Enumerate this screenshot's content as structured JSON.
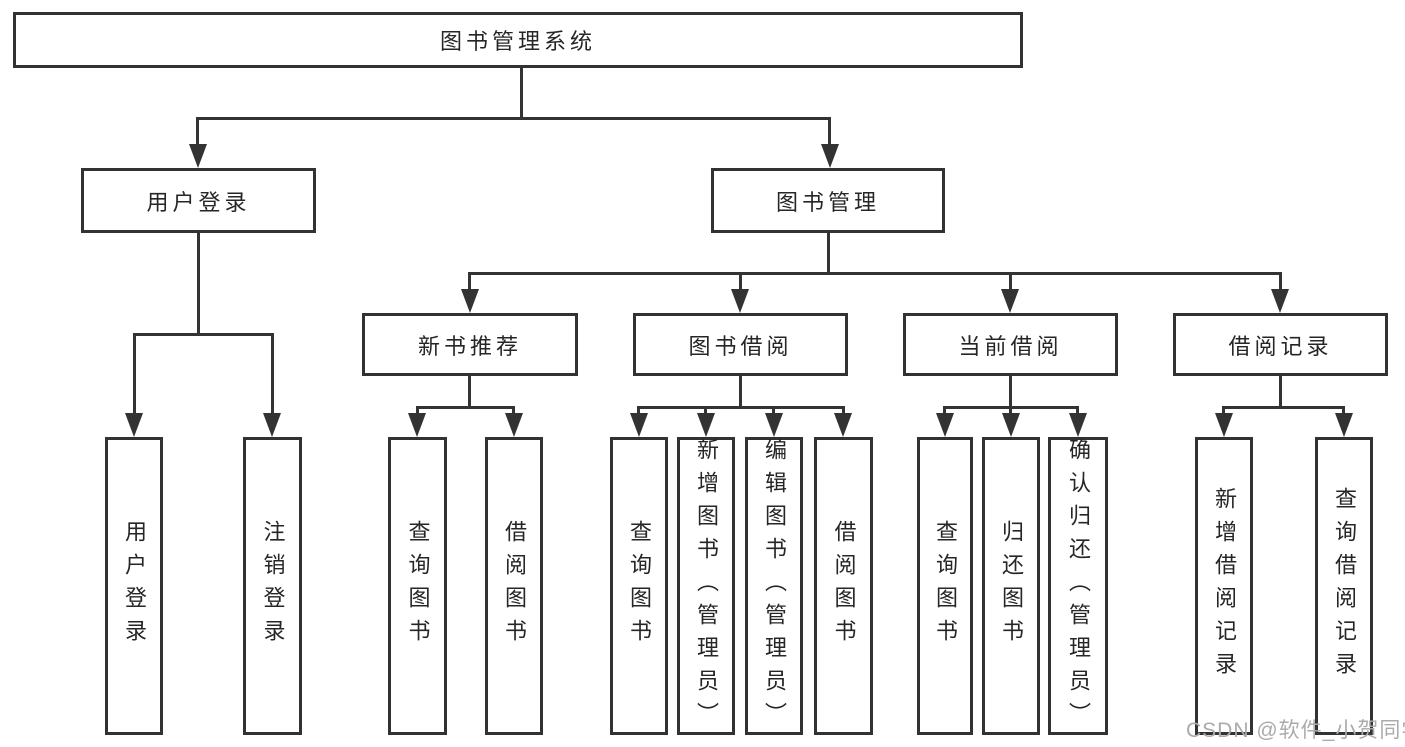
{
  "diagram": {
    "tree": {
      "root": "图书管理系统",
      "children": [
        {
          "label": "用户登录",
          "children": [
            "用户登录",
            "注销登录"
          ]
        },
        {
          "label": "图书管理",
          "children": [
            {
              "label": "新书推荐",
              "children": [
                "查询图书",
                "借阅图书"
              ]
            },
            {
              "label": "图书借阅",
              "children": [
                "查询图书",
                "新增图书（管理员）",
                "编辑图书（管理员）",
                "借阅图书"
              ]
            },
            {
              "label": "当前借阅",
              "children": [
                "查询图书",
                "归还图书",
                "确认归还（管理员）"
              ]
            },
            {
              "label": "借阅记录",
              "children": [
                "新增借阅记录",
                "查询借阅记录"
              ]
            }
          ]
        }
      ]
    },
    "colors": {
      "background": "#ffffff",
      "box_border": "#323232",
      "connector": "#333333",
      "text": "#262626",
      "watermark": "#ababab"
    }
  },
  "watermark": {
    "text": "CSDN @软件_小贺同学"
  }
}
